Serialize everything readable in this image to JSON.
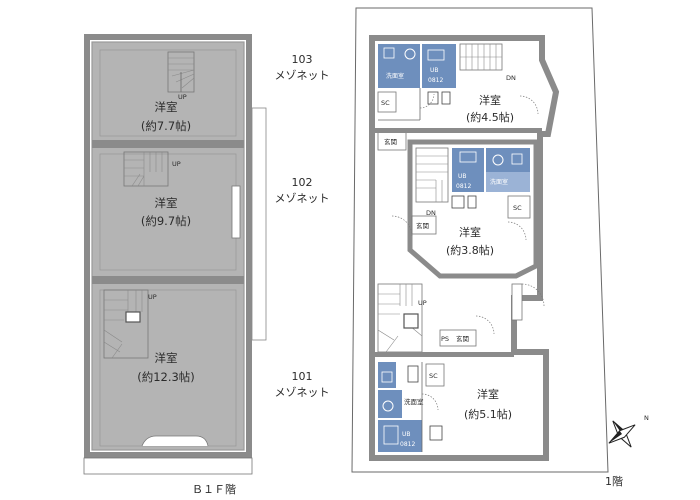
{
  "basement": {
    "floor_label": "Ｂ１Ｆ階",
    "rooms": [
      {
        "name": "洋室",
        "size": "(約7.7帖)"
      },
      {
        "name": "洋室",
        "size": "(約9.7帖)"
      },
      {
        "name": "洋室",
        "size": "(約12.3帖)"
      }
    ],
    "stair_labels": [
      "UP",
      "UP",
      "UP"
    ]
  },
  "units": [
    {
      "number": "103",
      "type": "メゾネット"
    },
    {
      "number": "102",
      "type": "メゾネット"
    },
    {
      "number": "101",
      "type": "メゾネット"
    }
  ],
  "first_floor": {
    "floor_label": "1階",
    "rooms": [
      {
        "name": "洋室",
        "size": "(約4.5帖)"
      },
      {
        "name": "洋室",
        "size": "(約3.8帖)"
      },
      {
        "name": "洋室",
        "size": "(約5.1帖)"
      }
    ],
    "entrance_label": "玄関",
    "entrance_label_101": "玄関",
    "washroom_label": "洗面室",
    "washroom_label_101": "洗面室",
    "ub_label": "UB",
    "ub_size": "0812",
    "sc_label": "SC",
    "dn_label": "DN",
    "up_label": "UP",
    "pp_label": "PS"
  },
  "compass": {
    "north_label": "N"
  },
  "colors": {
    "wall": "#8b8b8b",
    "wet_area": "#6e8fbd",
    "wet_dark": "#3d5f93"
  }
}
